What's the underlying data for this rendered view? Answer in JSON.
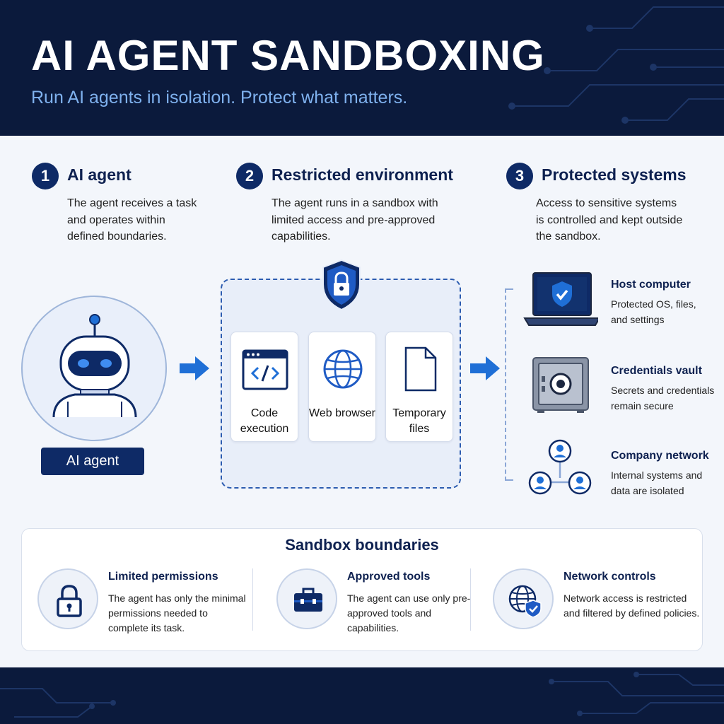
{
  "header": {
    "title": "AI AGENT SANDBOXING",
    "subtitle": "Run AI agents in isolation. Protect what matters."
  },
  "steps": [
    {
      "number": "1",
      "title": "AI agent",
      "description": "The agent receives a task and operates within defined boundaries."
    },
    {
      "number": "2",
      "title": "Restricted environment",
      "description": "The agent runs in a sandbox with limited access and pre-approved capabilities."
    },
    {
      "number": "3",
      "title": "Protected systems",
      "description": "Access to sensitive systems is controlled and kept outside the sandbox."
    }
  ],
  "agent": {
    "badge": "AI agent"
  },
  "sandbox_tools": [
    {
      "label": "Code execution",
      "icon": "code-window-icon"
    },
    {
      "label": "Web browser",
      "icon": "globe-icon"
    },
    {
      "label": "Temporary files",
      "icon": "file-icon"
    }
  ],
  "protected_items": [
    {
      "title": "Host computer",
      "description": "Protected OS, files, and settings",
      "icon": "laptop-shield-icon"
    },
    {
      "title": "Credentials vault",
      "description": "Secrets and credentials remain secure",
      "icon": "vault-icon"
    },
    {
      "title": "Company network",
      "description": "Internal systems and data are isolated",
      "icon": "network-users-icon"
    }
  ],
  "boundaries": {
    "title": "Sandbox boundaries",
    "items": [
      {
        "title": "Limited permissions",
        "description": "The agent has only the minimal permissions needed to complete its task.",
        "icon": "padlock-icon"
      },
      {
        "title": "Approved tools",
        "description": "The agent can use only pre-approved tools and capabilities.",
        "icon": "toolbox-icon"
      },
      {
        "title": "Network controls",
        "description": "Network access is restricted and filtered by defined policies.",
        "icon": "globe-shield-icon"
      }
    ]
  },
  "colors": {
    "navy": "#0b1a3c",
    "primary": "#0e2a66",
    "accent": "#1f6fd6",
    "subtitle": "#7fb1ee"
  }
}
